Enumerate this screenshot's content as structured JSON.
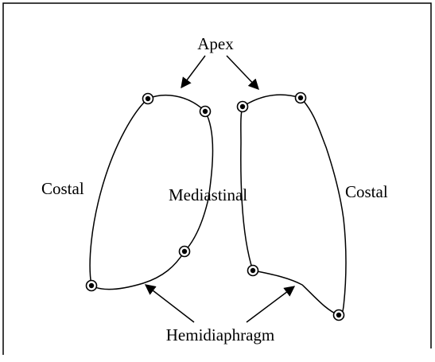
{
  "diagram": {
    "labels": {
      "apex": "Apex",
      "costal_left": "Costal",
      "mediastinal": "Mediastinal",
      "costal_right": "Costal",
      "hemidiaphragm": "Hemidiaphragm"
    },
    "colors": {
      "line": "#000000",
      "background": "#ffffff"
    }
  }
}
